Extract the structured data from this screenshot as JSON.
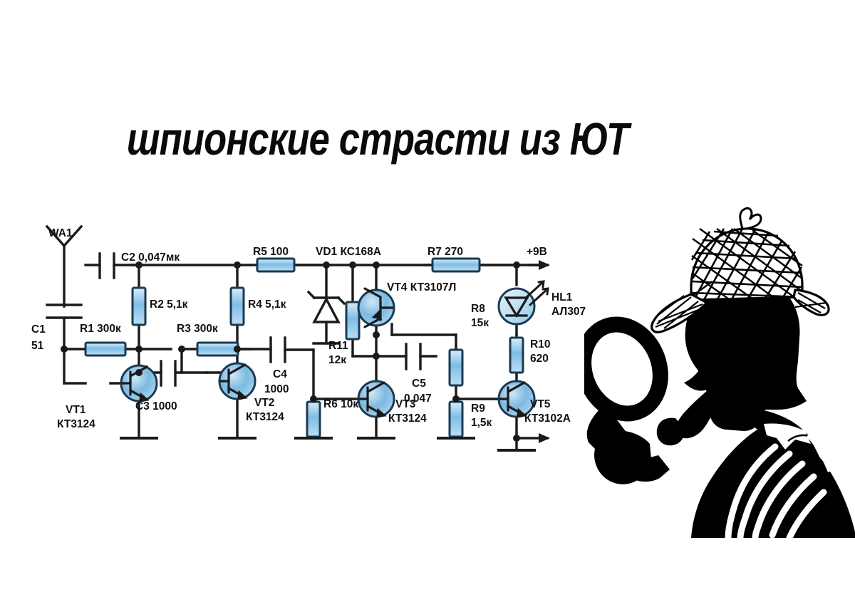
{
  "page": {
    "title_text": "шпионские страсти из ЮТ",
    "background_color": "#ffffff"
  },
  "colors": {
    "wire": "#1a1a1a",
    "component_fill": "#8fc4e8",
    "component_fill_light": "#cfe7f7",
    "component_stroke": "#1b3a52",
    "text": "#111111",
    "silhouette": "#000000"
  },
  "schematic": {
    "name": "spy-radio-microphone-circuit",
    "supply_label": "+9В",
    "antenna": {
      "designator": "WA1"
    },
    "components": [
      {
        "designator": "C1",
        "value": "51",
        "type": "capacitor",
        "orientation": "horizontal"
      },
      {
        "designator": "C2",
        "value": "0,047мк",
        "type": "capacitor",
        "orientation": "vertical"
      },
      {
        "designator": "C3",
        "value": "1000",
        "type": "capacitor",
        "orientation": "vertical"
      },
      {
        "designator": "C4",
        "value": "1000",
        "type": "capacitor",
        "orientation": "vertical"
      },
      {
        "designator": "C5",
        "value": "0,047",
        "type": "capacitor",
        "orientation": "vertical"
      },
      {
        "designator": "R1",
        "value": "300к",
        "type": "resistor",
        "orientation": "horizontal"
      },
      {
        "designator": "R2",
        "value": "5,1к",
        "type": "resistor",
        "orientation": "vertical"
      },
      {
        "designator": "R3",
        "value": "300к",
        "type": "resistor",
        "orientation": "horizontal"
      },
      {
        "designator": "R4",
        "value": "5,1к",
        "type": "resistor",
        "orientation": "vertical"
      },
      {
        "designator": "R5",
        "value": "100",
        "type": "resistor",
        "orientation": "horizontal"
      },
      {
        "designator": "R6",
        "value": "10к",
        "type": "resistor",
        "orientation": "vertical"
      },
      {
        "designator": "R7",
        "value": "270",
        "type": "resistor",
        "orientation": "horizontal"
      },
      {
        "designator": "R8",
        "value": "15к",
        "type": "resistor",
        "orientation": "vertical"
      },
      {
        "designator": "R9",
        "value": "1,5к",
        "type": "resistor",
        "orientation": "vertical"
      },
      {
        "designator": "R10",
        "value": "620",
        "type": "resistor",
        "orientation": "vertical"
      },
      {
        "designator": "R11",
        "value": "12к",
        "type": "resistor",
        "orientation": "vertical"
      },
      {
        "designator": "VD1",
        "value": "КС168А",
        "type": "zener-diode"
      },
      {
        "designator": "VT1",
        "value": "КТ3124",
        "type": "transistor-npn"
      },
      {
        "designator": "VT2",
        "value": "КТ3124",
        "type": "transistor-npn"
      },
      {
        "designator": "VT3",
        "value": "КТ3124",
        "type": "transistor-npn"
      },
      {
        "designator": "VT4",
        "value": "КТ3107Л",
        "type": "transistor-pnp"
      },
      {
        "designator": "VT5",
        "value": "КТ3102А",
        "type": "transistor-npn"
      },
      {
        "designator": "HL1",
        "value": "АЛ307",
        "type": "led"
      }
    ],
    "labels": {
      "wa1": "WA1",
      "c1_d": "C1",
      "c1_v": "51",
      "c2": "C2 0,047мк",
      "c3": "C3 1000",
      "c4_d": "C4",
      "c4_v": "1000",
      "c5_d": "C5",
      "c5_v": "0,047",
      "r1": "R1 300к",
      "r2": "R2 5,1к",
      "r3": "R3 300к",
      "r4": "R4 5,1к",
      "r5": "R5 100",
      "r6": "R6 10к",
      "r7": "R7 270",
      "r8_d": "R8",
      "r8_v": "15к",
      "r9_d": "R9",
      "r9_v": "1,5к",
      "r10_d": "R10",
      "r10_v": "620",
      "r11_d": "R11",
      "r11_v": "12к",
      "vd1": "VD1 КС168А",
      "vt1_d": "VT1",
      "vt1_v": "КТ3124",
      "vt2_d": "VT2",
      "vt2_v": "КТ3124",
      "vt3_d": "VT3",
      "vt3_v": "КТ3124",
      "vt4": "VT4 КТ3107Л",
      "vt5_d": "VT5",
      "vt5_v": "КТ3102А",
      "hl1_d": "HL1",
      "hl1_v": "АЛ307",
      "supply": "+9В"
    }
  },
  "illustration": {
    "name": "sherlock-holmes-silhouette",
    "features": [
      "deerstalker-hat",
      "pipe",
      "magnifying-glass",
      "cape"
    ]
  }
}
